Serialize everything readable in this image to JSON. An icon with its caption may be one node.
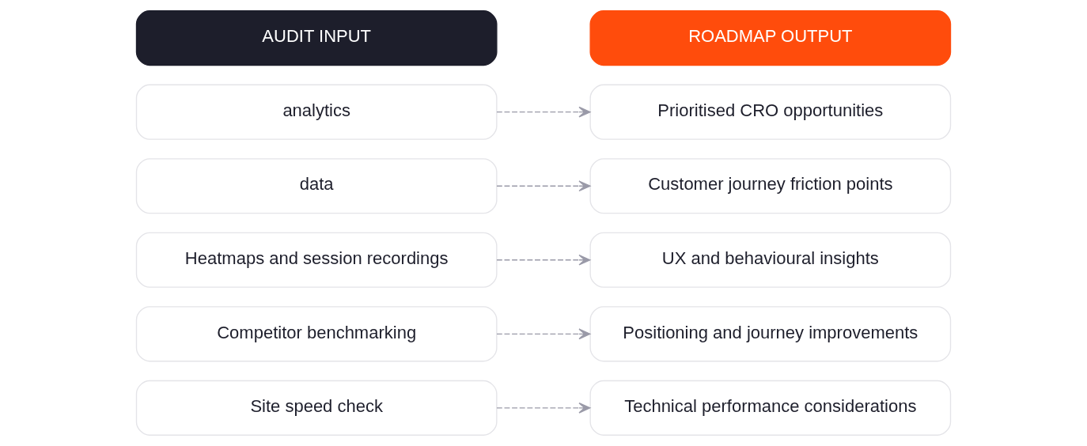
{
  "diagram": {
    "nodes": [
      {
        "text": [
          "AUDIT INPUT"
        ]
      },
      {
        "text": [
          "analytics"
        ]
      },
      {
        "text": [
          "data"
        ]
      },
      {
        "text": [
          "Heatmaps and session recordings"
        ]
      },
      {
        "text": [
          "Competitor benchmarking"
        ]
      },
      {
        "text": [
          "Site speed check"
        ]
      },
      {
        "text": [
          "ROADMAP OUTPUT"
        ]
      },
      {
        "text": [
          "Prioritised CRO opportunities"
        ]
      },
      {
        "text": [
          "Customer journey friction points"
        ]
      },
      {
        "text": [
          "UX and behavioural insights"
        ]
      },
      {
        "text": [
          "Positioning and journey improvements"
        ]
      },
      {
        "text": [
          "Technical performance considerations"
        ]
      }
    ],
    "edges": [
      {
        "from": 1,
        "to": 7,
        "arrow": "to",
        "style": "dashed"
      },
      {
        "from": 2,
        "to": 8,
        "arrow": "to",
        "style": "dashed"
      },
      {
        "from": 3,
        "to": 9,
        "arrow": "to",
        "style": "dashed"
      },
      {
        "from": 4,
        "to": 10,
        "arrow": "to",
        "style": "dashed"
      },
      {
        "from": 5,
        "to": 11,
        "arrow": "to",
        "style": "dashed"
      }
    ]
  }
}
